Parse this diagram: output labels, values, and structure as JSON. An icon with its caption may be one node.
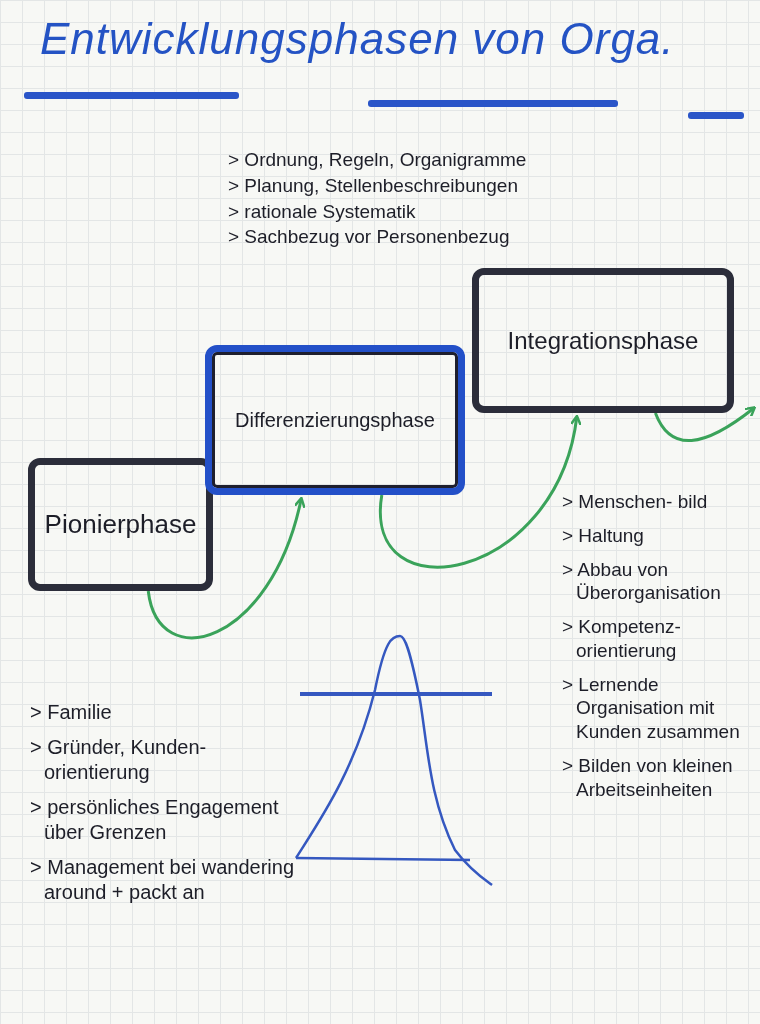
{
  "diagram": {
    "title": "Entwicklungsphasen von Orga.",
    "nodes": [
      {
        "text": [
          "Pionierphase"
        ],
        "beside": [
          "> Familie",
          "> Gründer, Kunden- orientierung",
          "> persönliches Engagement über Grenzen",
          "> Management bei wandering around + packt an"
        ]
      },
      {
        "text": [
          "Differenzierungsphase"
        ],
        "beside": [
          "> Ordnung, Regeln, Organigramme",
          "> Planung, Stellenbeschreibungen",
          "> rationale Systematik",
          "> Sachbezug vor Personenbezug"
        ]
      },
      {
        "text": [
          "Integrationsphase"
        ],
        "beside": [
          "> Menschen- bild",
          "> Haltung",
          "> Abbau von Überorganisation",
          "> Kompetenz- orientierung",
          "> Lernende Organisation mit Kunden zusammen",
          "> Bilden von kleinen Arbeitseinheiten"
        ]
      }
    ],
    "edges": [
      {
        "from": 0,
        "to": 1,
        "arrow": "to"
      },
      {
        "from": 1,
        "to": 2,
        "arrow": "to"
      },
      {
        "from": 2,
        "to": null,
        "arrow": "to"
      }
    ]
  }
}
